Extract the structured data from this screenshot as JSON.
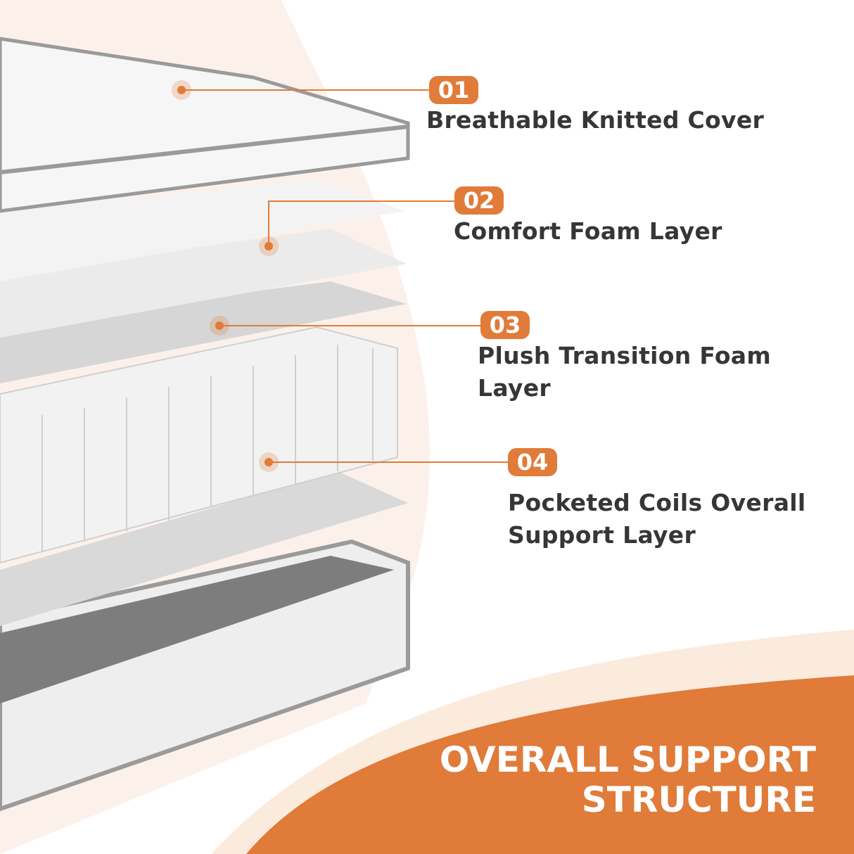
{
  "colors": {
    "accent": "#E07B39",
    "text": "#363636",
    "cream": "#FCF1EA"
  },
  "callouts": [
    {
      "number": "01",
      "label": "Breathable Knitted Cover"
    },
    {
      "number": "02",
      "label": "Comfort Foam Layer"
    },
    {
      "number": "03",
      "label_line1": "Plush Transition Foam",
      "label_line2": "Layer"
    },
    {
      "number": "04",
      "label_line1": "Pocketed Coils Overall",
      "label_line2": "Support Layer"
    }
  ],
  "headline": {
    "line1": "OVERALL SUPPORT",
    "line2": "STRUCTURE"
  }
}
